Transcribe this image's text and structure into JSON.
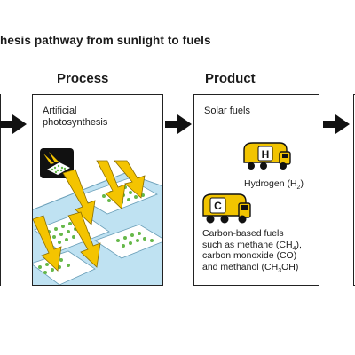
{
  "title": "hesis pathway from sunlight to fuels",
  "columns": {
    "process": {
      "heading": "Process",
      "label_line1": "Artificial",
      "label_line2": "photosynthesis"
    },
    "product": {
      "heading": "Product",
      "label": "Solar fuels",
      "hydrogen_tanker_letter": "H",
      "hydrogen_label": "Hydrogen (H",
      "hydrogen_sub": "2",
      "hydrogen_close": ")",
      "carbon_tanker_letter": "C",
      "carbon_line1": "Carbon-based fuels",
      "carbon_line2_a": "such as methane (CH",
      "carbon_line2_sub": "4",
      "carbon_line2_b": "),",
      "carbon_line3": "carbon monoxide (CO)",
      "carbon_line4_a": "and methanol (CH",
      "carbon_line4_sub": "3",
      "carbon_line4_b": "OH)"
    }
  },
  "colors": {
    "sunlight_arrow": "#f4c400",
    "tanker_yellow": "#f2c400",
    "water_blue": "#bfe2f2",
    "catalyst_green": "#66b84a",
    "flow_arrow": "#111111"
  },
  "icons": [
    "flow-arrow-icon",
    "sunlight-arrow-icon",
    "catalyst-icon",
    "fuel-tanker-icon"
  ]
}
